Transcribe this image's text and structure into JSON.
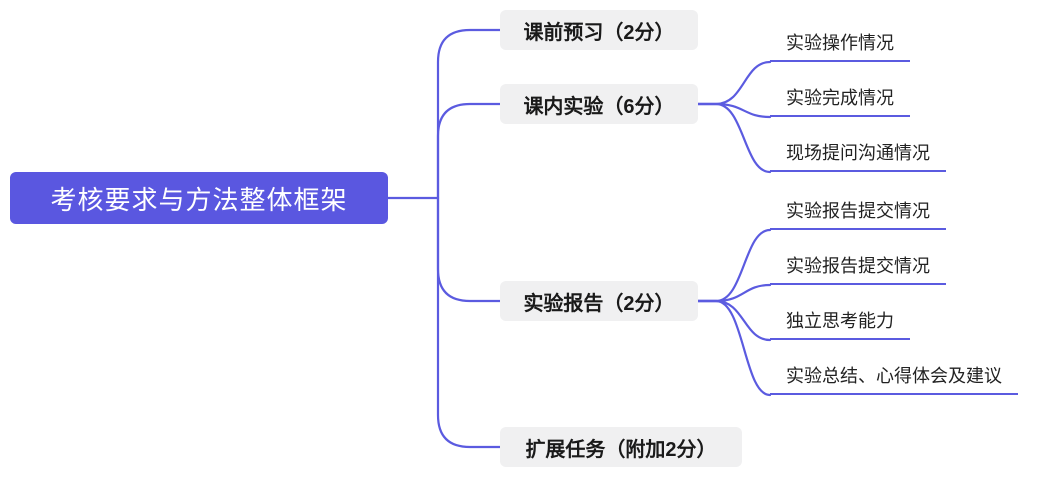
{
  "diagram": {
    "type": "mindmap",
    "root": {
      "label": "考核要求与方法整体框架"
    },
    "branches": [
      {
        "label": "课前预习（2分）",
        "children": []
      },
      {
        "label": "课内实验（6分）",
        "children": [
          "实验操作情况",
          "实验完成情况",
          "现场提问沟通情况"
        ]
      },
      {
        "label": "实验报告（2分）",
        "children": [
          "实验报告提交情况",
          "实验报告提交情况",
          "独立思考能力",
          "实验总结、心得体会及建议"
        ]
      },
      {
        "label": "扩展任务（附加2分）",
        "children": []
      }
    ],
    "colors": {
      "accent": "#5B5BE0",
      "root_bg": "#5A57E0",
      "root_text": "#FFFFFF",
      "branch_bg": "#F0F0F1",
      "text": "#1A1A1A"
    }
  }
}
